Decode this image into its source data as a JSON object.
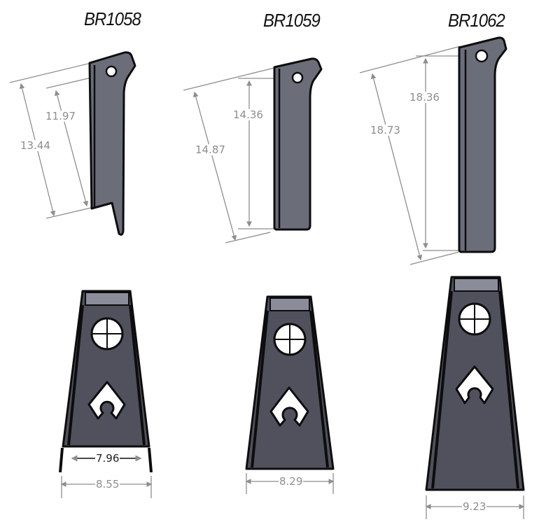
{
  "colors": {
    "side_body": "#6b6d79",
    "front_body": "#50515d",
    "top_cap": "#8a8c99",
    "outline": "#0d0d0d",
    "dimension_line": "#8e8e8e"
  },
  "parts": [
    {
      "name": "BR1058",
      "side_dims": {
        "inner": "11.97",
        "outer": "13.44"
      },
      "front_dims": {
        "inner_width": "7.96",
        "outer_width": "8.55"
      }
    },
    {
      "name": "BR1059",
      "side_dims": {
        "inner": "14.36",
        "outer": "14.87"
      },
      "front_dims": {
        "outer_width": "8.29"
      }
    },
    {
      "name": "BR1062",
      "side_dims": {
        "inner": "18.36",
        "outer": "18.73"
      },
      "front_dims": {
        "outer_width": "9.23"
      }
    }
  ]
}
